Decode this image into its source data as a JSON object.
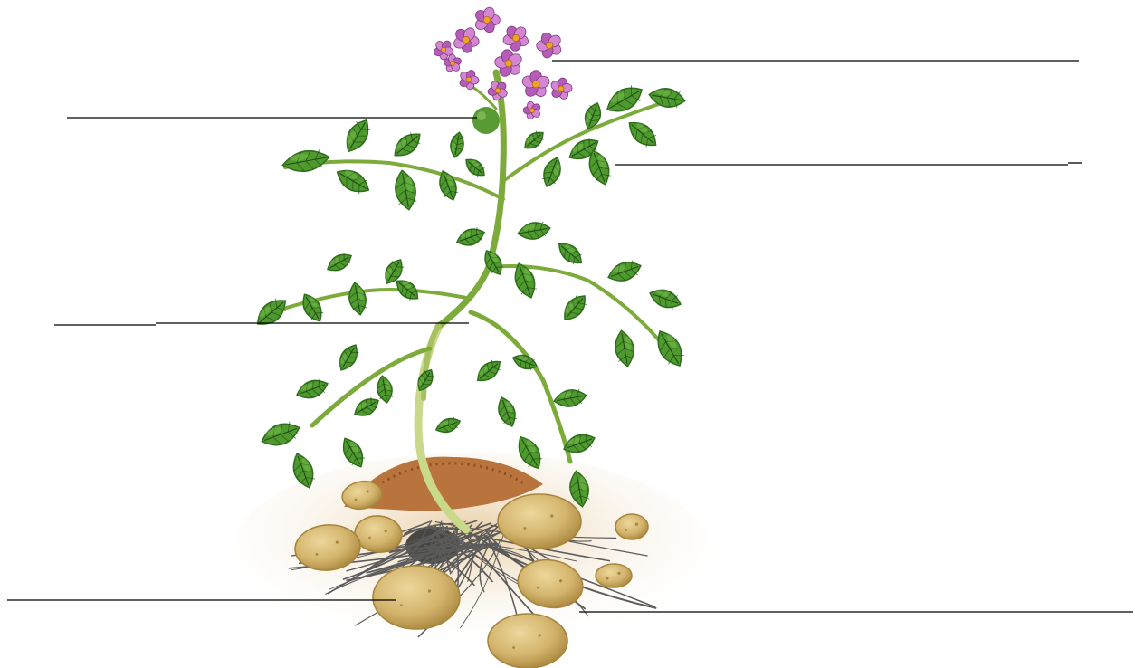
{
  "diagram": {
    "subject": "potato-plant",
    "colors": {
      "leaf": "#4f9a2f",
      "leaf_dark": "#2f6d1d",
      "leaf_vein": "#1f4d12",
      "stem": "#7cab3c",
      "stem_pale": "#c9d98a",
      "flower": "#b65bb8",
      "flower_light": "#d486d2",
      "flower_center": "#f0a326",
      "berry": "#5a9a35",
      "tuber": "#d3b46c",
      "tuber_dark": "#a8853d",
      "soil": "#b8743c",
      "soil_dark": "#8a4f23",
      "ground": "#eedbb8",
      "root": "#5b5b5b",
      "leader_line": "#000000"
    },
    "labels": [
      {
        "id": "flower",
        "text": ""
      },
      {
        "id": "berry",
        "text": ""
      },
      {
        "id": "leaf",
        "text": ""
      },
      {
        "id": "stem",
        "text": ""
      },
      {
        "id": "tuber",
        "text": ""
      },
      {
        "id": "roots",
        "text": ""
      }
    ]
  }
}
